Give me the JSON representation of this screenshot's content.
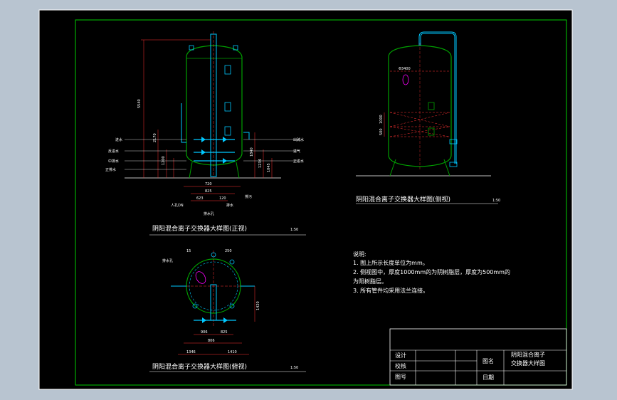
{
  "views": {
    "front": {
      "title": "阴阳混合离子交换器大样图(正视)",
      "scale": "1:50",
      "dims_vertical": [
        "5540",
        "2170",
        "1200",
        "1840",
        "1234",
        "1045"
      ],
      "dims_horizontal": [
        "720",
        "825",
        "623",
        "120"
      ],
      "labels_left": [
        "进水",
        "反进水",
        "中排水",
        "正排水"
      ],
      "labels_right": [
        "出碱水",
        "进气",
        "正进水"
      ],
      "labels_bottom": [
        "人孔DN",
        "排水",
        "排污"
      ],
      "note_bottom": "排水孔"
    },
    "side": {
      "title": "阴阳混合离子交换器大样图(侧视)",
      "scale": "1:50",
      "dim_top": "Φ3400",
      "dims_vertical": [
        "1000",
        "500"
      ]
    },
    "top": {
      "title": "阴阳混合离子交换器大样图(俯视)",
      "scale": "1:50",
      "label_hole": "排水孔",
      "dims": [
        "250",
        "906",
        "825",
        "806",
        "1346",
        "1410",
        "1420",
        "15"
      ]
    }
  },
  "notes": {
    "heading": "说明:",
    "items": [
      "1. 图上所示长度单位为mm。",
      "2. 侧视图中，厚度1000mm的为阴树脂层，厚度为500mm的",
      "为阳树脂层。",
      "3. 所有管件均采用法兰连接。"
    ]
  },
  "title_block": {
    "designed": "设计",
    "checked": "校核",
    "drawing_no": "图号",
    "name_label": "图名",
    "name_value_1": "阴阳混合离子",
    "name_value_2": "交换器大样图",
    "date_label": "日期"
  },
  "colors": {
    "background": "#000000",
    "frame": "#ffffff",
    "border": "#00cc00",
    "vessel": "#00a000",
    "pipe": "#00c8ff",
    "dim": "#ff3333",
    "magenta": "#ff00ff",
    "yellow": "#ffff00"
  }
}
